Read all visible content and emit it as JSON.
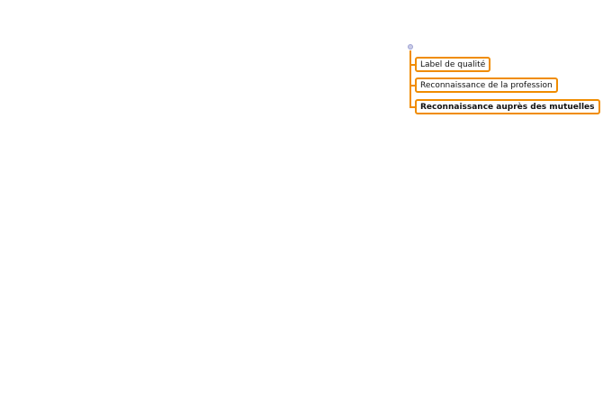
{
  "mindmap": {
    "branch_color": "#f08c00",
    "handle_icon": "collapse-dot-icon",
    "nodes": [
      {
        "label": "Label de qualité",
        "bold": false
      },
      {
        "label": "Reconnaissance de la profession",
        "bold": false
      },
      {
        "label": "Reconnaissance auprès des mutuelles",
        "bold": true
      }
    ]
  }
}
